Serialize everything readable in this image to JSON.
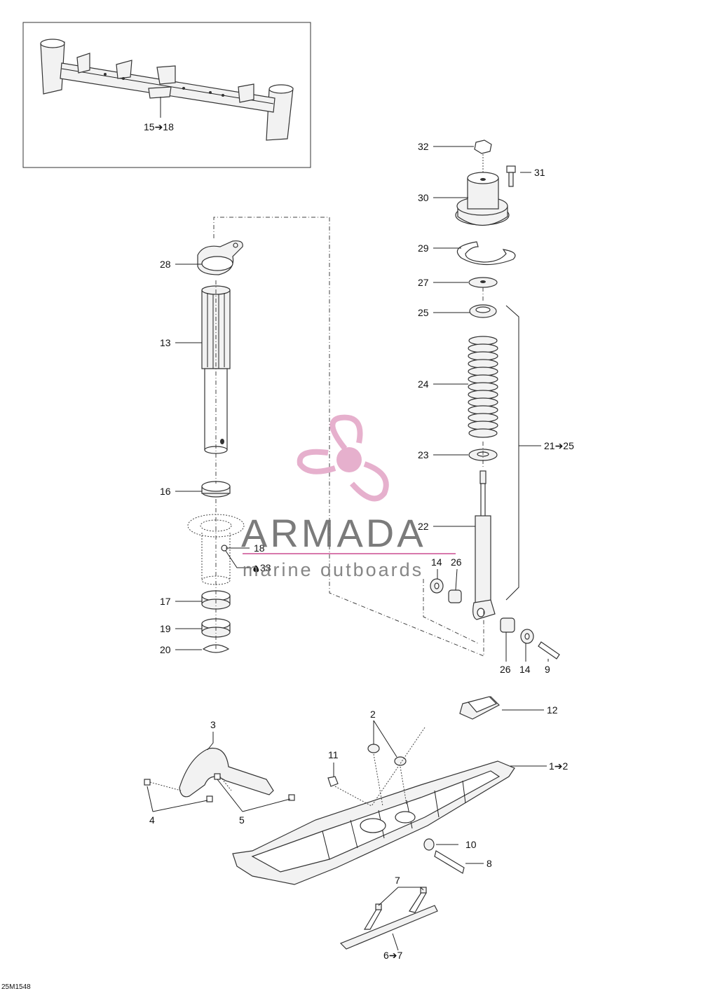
{
  "callouts": {
    "c15_18": "15➔18",
    "c32": "32",
    "c31": "31",
    "c30": "30",
    "c29": "29",
    "c27": "27",
    "c25": "25",
    "c24": "24",
    "c23": "23",
    "c22": "22",
    "c21_25": "21➔25",
    "c28": "28",
    "c13": "13",
    "c16": "16",
    "c18": "18",
    "c33": "33",
    "c17": "17",
    "c19": "19",
    "c20": "20",
    "c14a": "14",
    "c26a": "26",
    "c26b": "26",
    "c14b": "14",
    "c9": "9",
    "c12": "12",
    "c3": "3",
    "c2": "2",
    "c11": "11",
    "c1_2": "1➔2",
    "c4": "4",
    "c5": "5",
    "c10": "10",
    "c8": "8",
    "c7": "7",
    "c6_7": "6➔7"
  },
  "watermark": {
    "title": "ARMADA",
    "subtitle": "marine outboards",
    "colors": {
      "logo": "#e4a8c8",
      "text": "#6d6d6d",
      "rule": "#d46aa4"
    }
  },
  "drawing_code": "25M1548",
  "icons": {
    "lubricant": "drop-icon"
  }
}
